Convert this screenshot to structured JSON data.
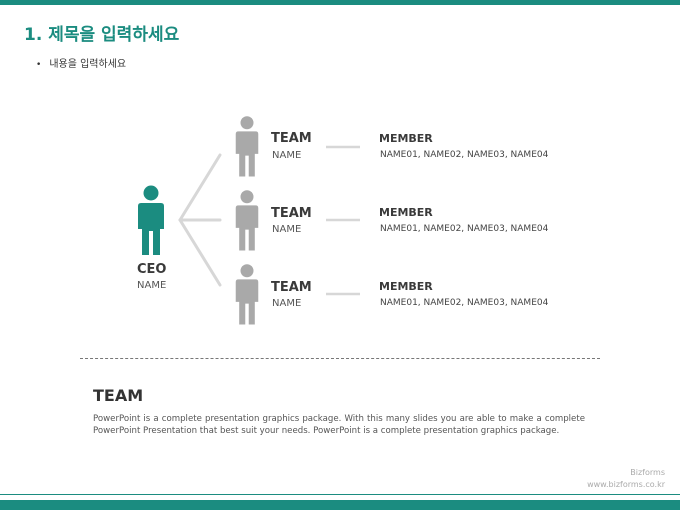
{
  "header": {
    "title": "1. 제목을 입력하세요",
    "subtitle": "내용을 입력하세요",
    "accent_color": "#1b8c80"
  },
  "ceo": {
    "title": "CEO",
    "name": "NAME",
    "color": "#1b8c80"
  },
  "teams": [
    {
      "title": "TEAM",
      "name": "NAME",
      "member_title": "MEMBER",
      "members": "NAME01,  NAME02,  NAME03,  NAME04"
    },
    {
      "title": "TEAM",
      "name": "NAME",
      "member_title": "MEMBER",
      "members": "NAME01,  NAME02,  NAME03,  NAME04"
    },
    {
      "title": "TEAM",
      "name": "NAME",
      "member_title": "MEMBER",
      "members": "NAME01,  NAME02,  NAME03,  NAME04"
    }
  ],
  "bottom": {
    "title": "TEAM",
    "text": " PowerPoint is a complete presentation graphics package. With this many slides you are able to make a complete PowerPoint Presentation that best suit your needs. PowerPoint is a complete presentation graphics package."
  },
  "brand": {
    "name": "Bizforms",
    "url": "www.bizforms.co.kr"
  },
  "icons": {
    "person": "person-icon"
  }
}
